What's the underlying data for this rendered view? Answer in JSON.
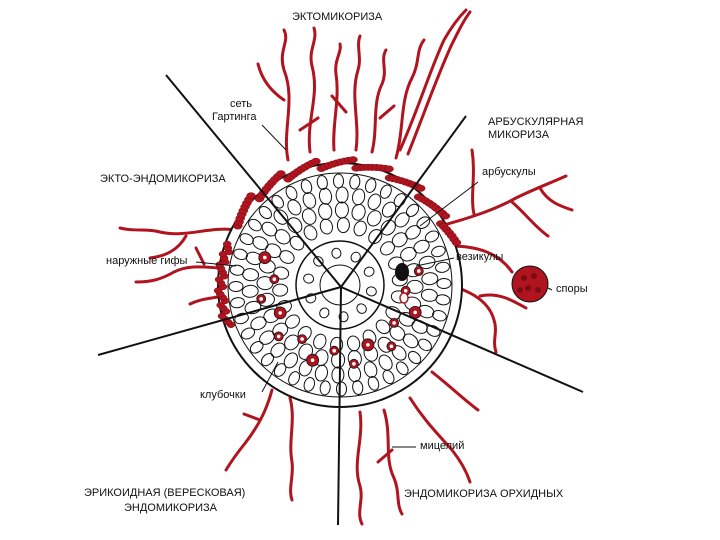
{
  "title": "ЭКТОМИКОРИЗА",
  "sections": {
    "arbuscular": "АРБУСКУЛЯРНАЯ МИКОРИЗА",
    "ecto_endo": "ЭКТО-ЭНДОМИКОРИЗА",
    "ericoid_line1": "ЭРИКОИДНАЯ (ВЕРЕСКОВАЯ)",
    "ericoid_line2": "ЭНДОМИКОРИЗА",
    "orchid": "ЭНДОМИКОРИЗА ОРХИДНЫХ"
  },
  "callouts": {
    "hartig_line1": "сеть",
    "hartig_line2": "Гартинга",
    "arbuscules": "арбускулы",
    "external_hyphae": "наружные гифы",
    "vesicles": "везикулы",
    "spores": "споры",
    "coils": "клубочки",
    "mycelium": "мицелий"
  },
  "colors": {
    "fungus": "#b0141f",
    "outline": "#111111",
    "background": "#ffffff"
  }
}
